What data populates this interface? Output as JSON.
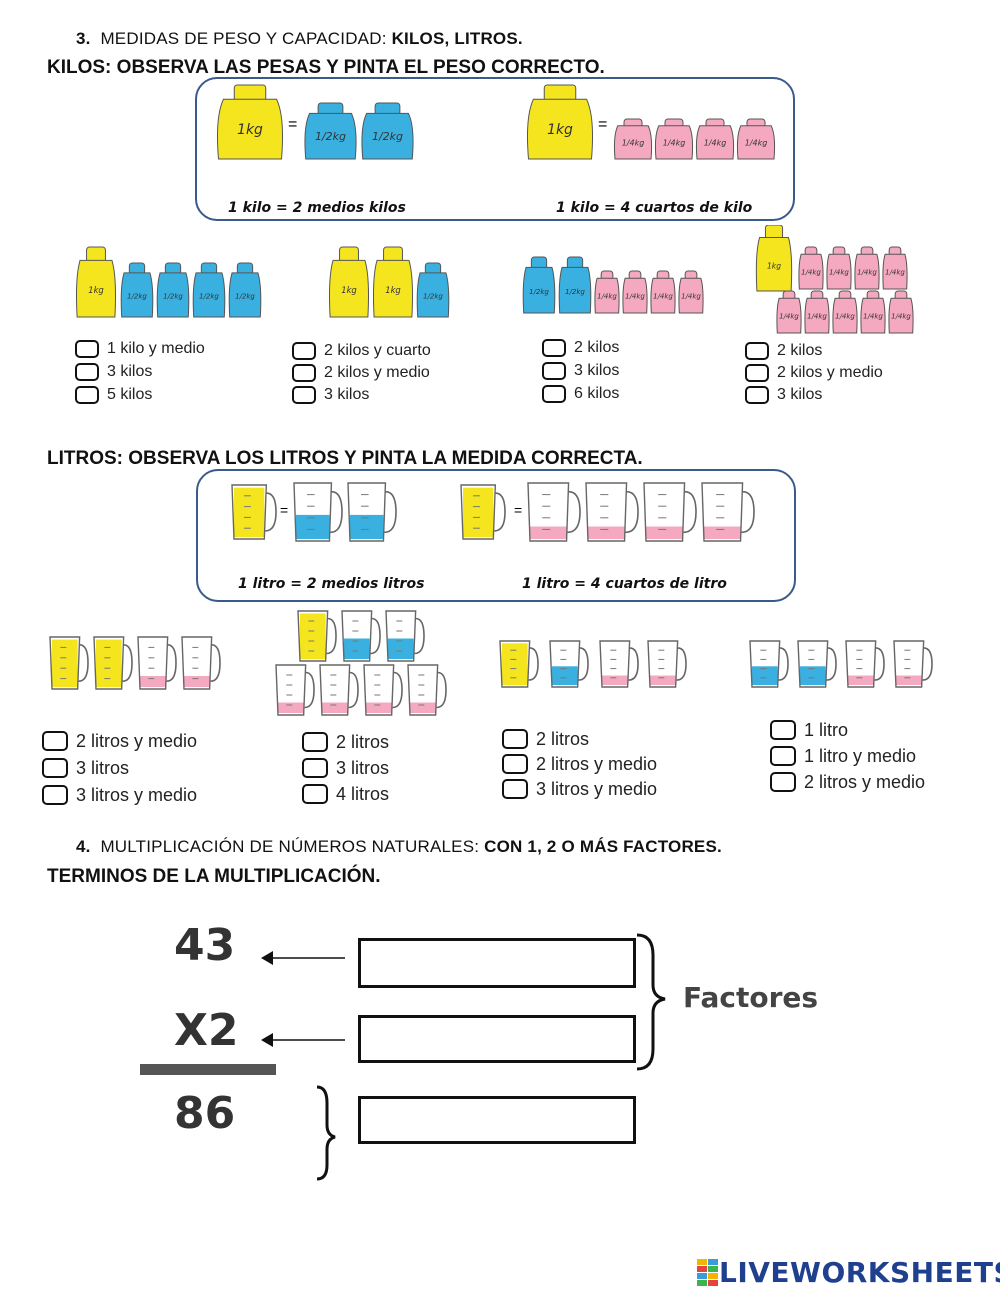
{
  "section3": {
    "number": "3.",
    "title_plain": "MEDIDAS DE PESO Y CAPACIDAD:",
    "title_bold": "KILOS, LITROS."
  },
  "kilos": {
    "heading": "KILOS: OBSERVA LAS PESAS Y PINTA EL PESO CORRECTO.",
    "eq1": "1 kilo = 2 medios kilos",
    "eq2": "1 kilo = 4 cuartos de kilo",
    "label_kg": "1kg",
    "label_half": "1/2kg",
    "label_quarter": "1/4kg",
    "groups": [
      {
        "options": [
          "1 kilo y medio",
          "3 kilos",
          "5 kilos"
        ]
      },
      {
        "options": [
          "2 kilos y cuarto",
          "2 kilos y medio",
          "3 kilos"
        ]
      },
      {
        "options": [
          "2 kilos",
          "3 kilos",
          "6 kilos"
        ]
      },
      {
        "options": [
          "2 kilos",
          "2 kilos y medio",
          "3 kilos"
        ]
      }
    ]
  },
  "litros": {
    "heading": "LITROS: OBSERVA LOS LITROS Y PINTA LA MEDIDA CORRECTA.",
    "eq1": "1 litro = 2 medios litros",
    "eq2": "1 litro = 4 cuartos de litro",
    "groups": [
      {
        "options": [
          "2 litros y medio",
          "3 litros",
          "3 litros y medio"
        ]
      },
      {
        "options": [
          "2 litros",
          "3 litros",
          "4 litros"
        ]
      },
      {
        "options": [
          "2 litros",
          "2 litros y medio",
          "3 litros y medio"
        ]
      },
      {
        "options": [
          "1 litro",
          "1 litro y medio",
          "2 litros y medio"
        ]
      }
    ]
  },
  "section4": {
    "number": "4.",
    "title_plain": "MULTIPLICACIÓN DE NÚMEROS NATURALES:",
    "title_bold": "CON 1, 2 O MÁS FACTORES.",
    "subheading": "TERMINOS DE LA MULTIPLICACIÓN."
  },
  "multiplication": {
    "factor1": "43",
    "factor2": "X2",
    "product": "86",
    "factores_label": "Factores",
    "answer_factor1": "",
    "answer_factor2": "",
    "answer_product": ""
  },
  "footer": {
    "brand": "LIVEWORKSHEETS",
    "brand_icon": "liveworksheets-logo-icon"
  },
  "colors": {
    "yellow": "#f4e51e",
    "blue": "#3ab0e0",
    "pink": "#f5a9c0",
    "frame": "#3a5a8c"
  }
}
